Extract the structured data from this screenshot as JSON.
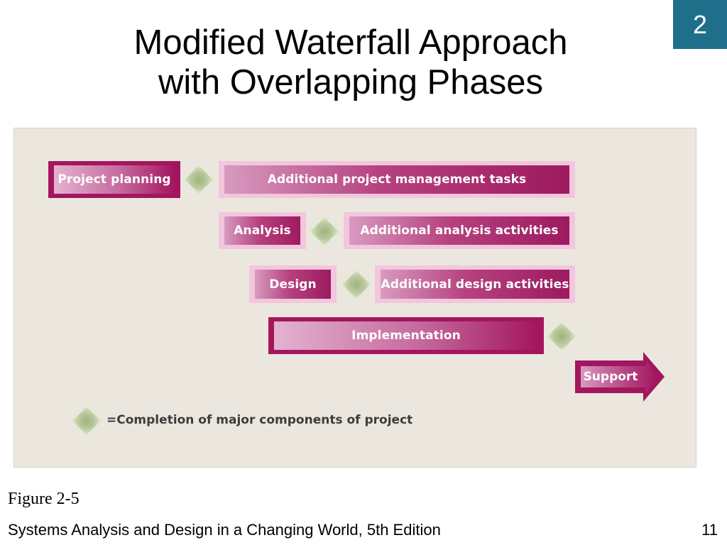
{
  "slide": {
    "chapter": "2",
    "title_lines": [
      "Modified Waterfall Approach",
      "with Overlapping Phases"
    ],
    "figure_caption": "Figure 2-5",
    "footer": "Systems Analysis and Design in a Changing World, 5th Edition",
    "page_number": "11"
  },
  "diagram": {
    "phases": [
      {
        "label": "Project planning"
      },
      {
        "label": "Additional project management tasks"
      },
      {
        "label": "Analysis"
      },
      {
        "label": "Additional analysis activities"
      },
      {
        "label": "Design"
      },
      {
        "label": "Additional design activities"
      },
      {
        "label": "Implementation"
      },
      {
        "label": "Support"
      }
    ],
    "legend": "=Completion of major components of project",
    "colors": {
      "phase_dark": "#a3165f",
      "phase_light": "#f2c6dc",
      "milestone": "#b9c89c",
      "panel": "#ebe7de",
      "badge": "#1f6f8b"
    }
  }
}
